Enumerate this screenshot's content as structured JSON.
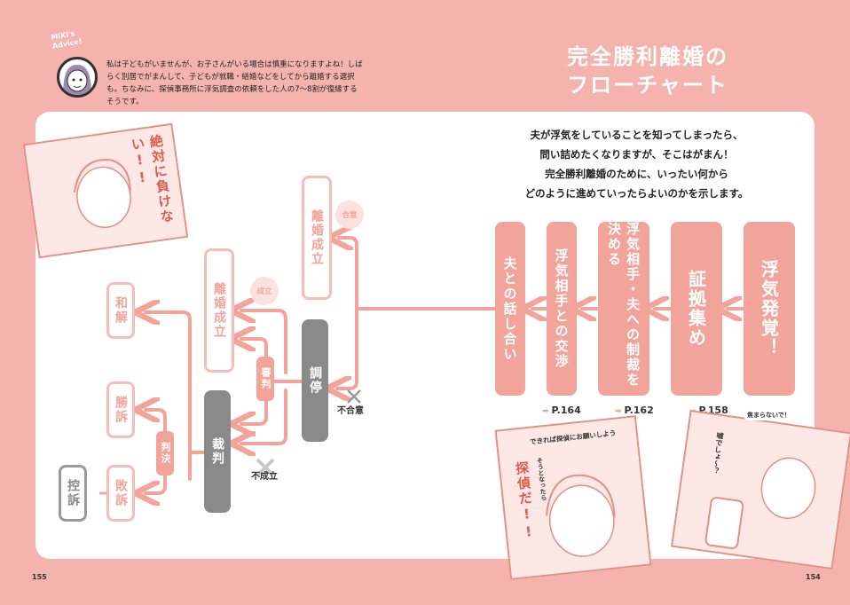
{
  "advice": {
    "badge": "MIKI's Advice!",
    "text": "私は子どもがいませんが、お子さんがいる場合は慎重になりますよね！しばらく別居でがまんして、子どもが就職・結婚などをしてから離婚する選択も。ちなみに、探偵事務所に浮気調査の依頼をした人の7～8割が復縁するそうです。"
  },
  "title": {
    "line1": "完全勝利離婚の",
    "line2": "フローチャート"
  },
  "intro": {
    "line1": "夫が浮気をしていることを知ってしまったら、",
    "line2": "問い詰めたくなりますが、そこはがまん！",
    "line3": "完全勝利離婚のために、いったい何から",
    "line4": "どのように進めていったらよいのかを示します。"
  },
  "flow": {
    "step1": "浮気発覚！",
    "step2": "証拠集め",
    "step3": "浮気相手・夫への制裁を決める",
    "step4": "浮気相手との交渉",
    "step5": "夫との話し合い",
    "agreement_result": "離婚成立",
    "mediation": "調停",
    "mediation_result": "離婚成立",
    "trial": "裁判",
    "settlement": "和解",
    "win": "勝訴",
    "lose": "敗訴",
    "appeal": "控訴"
  },
  "refs": {
    "r1": "P.158",
    "r2": "P.162",
    "r3": "P.164"
  },
  "labels": {
    "agree": "合意",
    "no_agree": "不合意",
    "success": "成立",
    "fail": "不成立",
    "judgment": "審判",
    "verdict": "判決"
  },
  "illustrations": {
    "left_text": "絶対に負けない!!",
    "mid_small": "できれば探偵にお願いしよう",
    "mid_sub": "そうとなったら",
    "mid_big": "探偵だ!!",
    "right_top": "焦まらないで！",
    "right_bubble": "嘘でしょ～？"
  },
  "page_numbers": {
    "left": "155",
    "right": "154"
  },
  "colors": {
    "background": "#f4b3ac",
    "accent": "#f2a49b",
    "gray": "#8a8a8a"
  }
}
